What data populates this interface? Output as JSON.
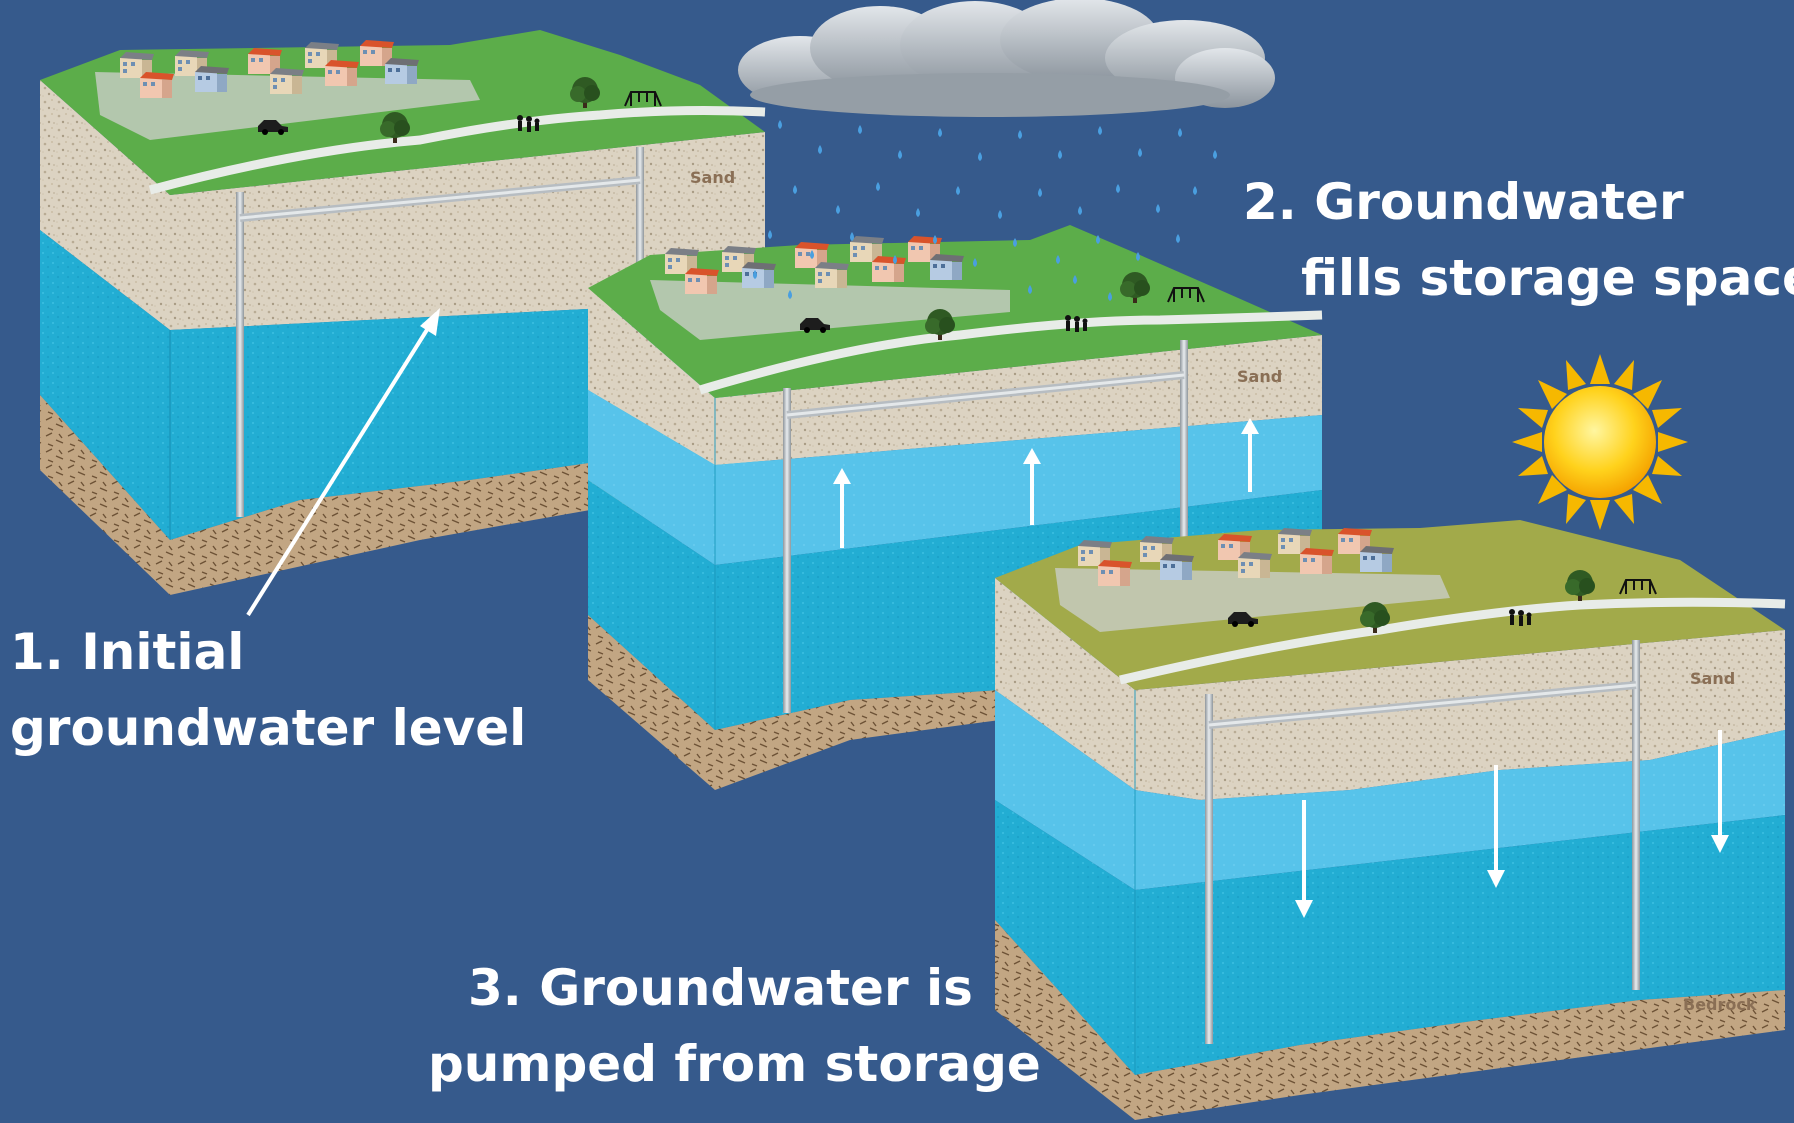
{
  "captions": {
    "initial": {
      "line1": "1. Initial",
      "line2": "groundwater level"
    },
    "fills": {
      "line1": "2. Groundwater",
      "line2": "fills storage space"
    },
    "pumped": {
      "line1": "3. Groundwater is",
      "line2": "pumped from storage"
    }
  },
  "layer_labels": {
    "block1_sand": "Sand",
    "block2_sand": "Sand",
    "block3_sand": "Sand",
    "block3_bedrock": "Bedrock"
  },
  "colors": {
    "background": "#365a8c",
    "water": "#25b2d6",
    "water_stored": "#56c2ea",
    "sand": "#d9d0be",
    "bedrock": "#b89c7c",
    "grass": "#5fae4e",
    "grass_dry": "#a3ab4c",
    "text": "#ffffff"
  }
}
